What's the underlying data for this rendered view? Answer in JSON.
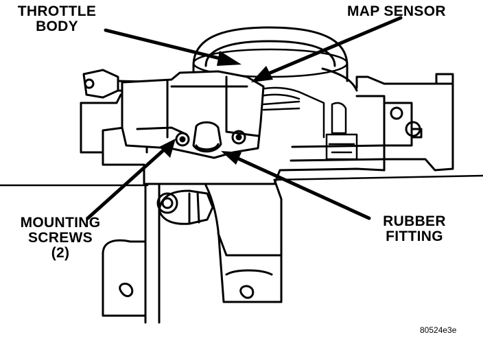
{
  "labels": {
    "throttle_body": [
      "THROTTLE",
      "BODY"
    ],
    "map_sensor": "MAP SENSOR",
    "mounting_screws": [
      "MOUNTING",
      "SCREWS",
      "(2)"
    ],
    "rubber_fitting": [
      "RUBBER",
      "FITTING"
    ]
  },
  "figure_id": "80524e3e"
}
